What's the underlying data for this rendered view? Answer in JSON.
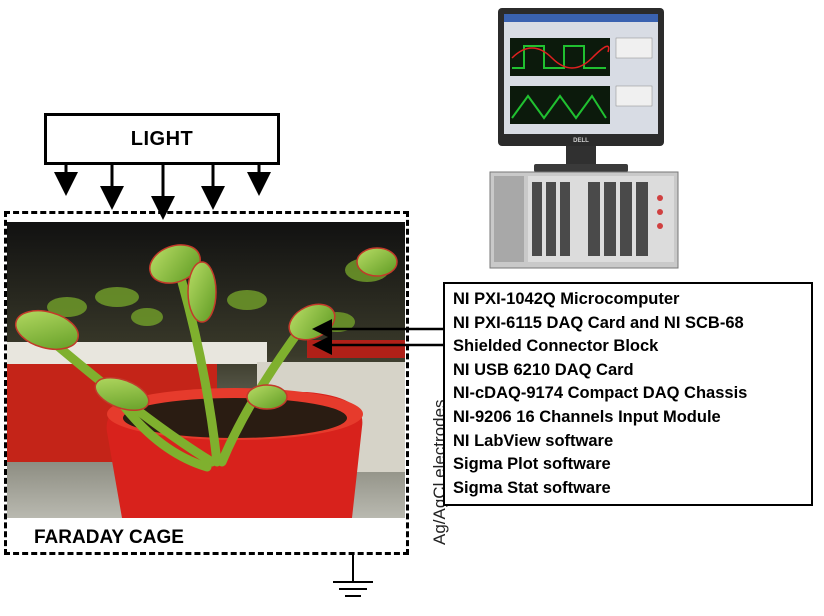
{
  "light": {
    "label": "LIGHT"
  },
  "faraday_cage": {
    "label": "FARADAY CAGE"
  },
  "electrodes": {
    "label": "Ag/AgCl electrodes"
  },
  "equipment": {
    "items": [
      "NI PXI-1042Q Microcomputer",
      "NI PXI-6115 DAQ Card and NI SCB-68",
      "Shielded Connector Block",
      "NI USB 6210 DAQ Card",
      "NI-cDAQ-9174 Compact DAQ Chassis",
      "NI-9206 16 Channels Input Module",
      "NI LabView software",
      "Sigma Plot software",
      "Sigma Stat software"
    ]
  },
  "monitor": {
    "brand": "DELL"
  },
  "colors": {
    "pot_red": "#d8221c",
    "leaf_green": "#8fbf3a",
    "screen_wave": "#20c030"
  }
}
